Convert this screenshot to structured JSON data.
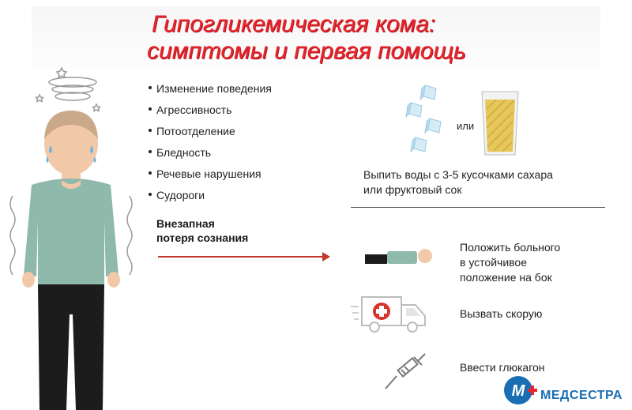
{
  "title": {
    "line1": "Гипогликемическая кома:",
    "line2": "симптомы и первая помощь"
  },
  "symptoms": [
    "Изменение поведения",
    "Агрессивность",
    "Потоотделение",
    "Бледность",
    "Речевые нарушения",
    "Судороги"
  ],
  "sudden": {
    "line1": "Внезапная",
    "line2": "потеря сознания"
  },
  "first_aid": {
    "or_label": "или",
    "drink": {
      "line1": "Выпить воды с 3-5 кусочками сахара",
      "line2": "или фруктовый сок"
    },
    "position": {
      "line1": "Положить больного",
      "line2": "в устойчивое",
      "line3": "положение на бок"
    },
    "ambulance": "Вызвать скорую",
    "glucagon": "Ввести глюкагон"
  },
  "brand": {
    "logo_letter": "М",
    "name": "МЕДСЕСТРА"
  },
  "colors": {
    "title": "#e8242c",
    "shirt": "#8fb9ab",
    "pants": "#1c1c1c",
    "skin": "#f2c9a8",
    "arrow": "#c0392b",
    "ice": "#d5ecf7",
    "juice": "#e6c85a",
    "brand": "#1a6fb4",
    "cross": "#d9322b"
  },
  "icons": [
    "dizzy-swirl-icon",
    "ice-cubes-icon",
    "juice-glass-icon",
    "lying-person-icon",
    "ambulance-icon",
    "syringe-icon",
    "medsestra-logo-icon"
  ]
}
